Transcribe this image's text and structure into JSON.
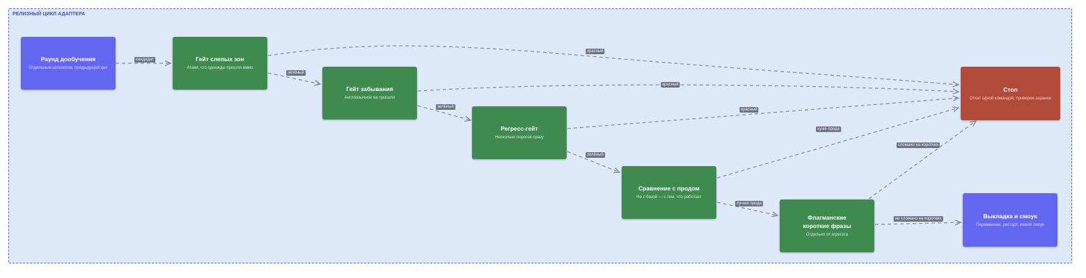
{
  "group": {
    "label": "РЕЛИЗНЫЙ ЦИКЛ АДАПТЕРА"
  },
  "nodes": {
    "round": {
      "title": "Раунд дообучения",
      "sub": "Отдельным каталогом, предыдущий цел"
    },
    "blind": {
      "title": "Гейт слепых зон",
      "sub": "Атаки, что однажды прошли мимо"
    },
    "forget": {
      "title": "Гейт забывания",
      "sub": "Англоязычное не просело"
    },
    "regress": {
      "title": "Регресс-гейт",
      "sub": "Несколько порогов сразу"
    },
    "compare": {
      "title": "Сравнение с продом",
      "sub": "Не с базой — с тем, что работает"
    },
    "flagship": {
      "title": "Флагманские\nкороткие фразы",
      "sub": "Отдельно от агрегата"
    },
    "stop": {
      "title": "Стоп",
      "sub": "Откат одной командой, проверен заранее"
    },
    "deploy": {
      "title": "Выкладка и смоук",
      "sub": "Переменная, рестарт, живой смоук"
    }
  },
  "edges": {
    "candidate": "кандидат",
    "green1": "зелёный",
    "red1": "красный",
    "green2": "зелёный",
    "red2": "красный",
    "green3": "зелёный",
    "red3": "красный",
    "worse": "хуже прода",
    "better": "лучше прода",
    "broken": "сломано на коротких",
    "not_broken": "не сломано на коротких"
  }
}
